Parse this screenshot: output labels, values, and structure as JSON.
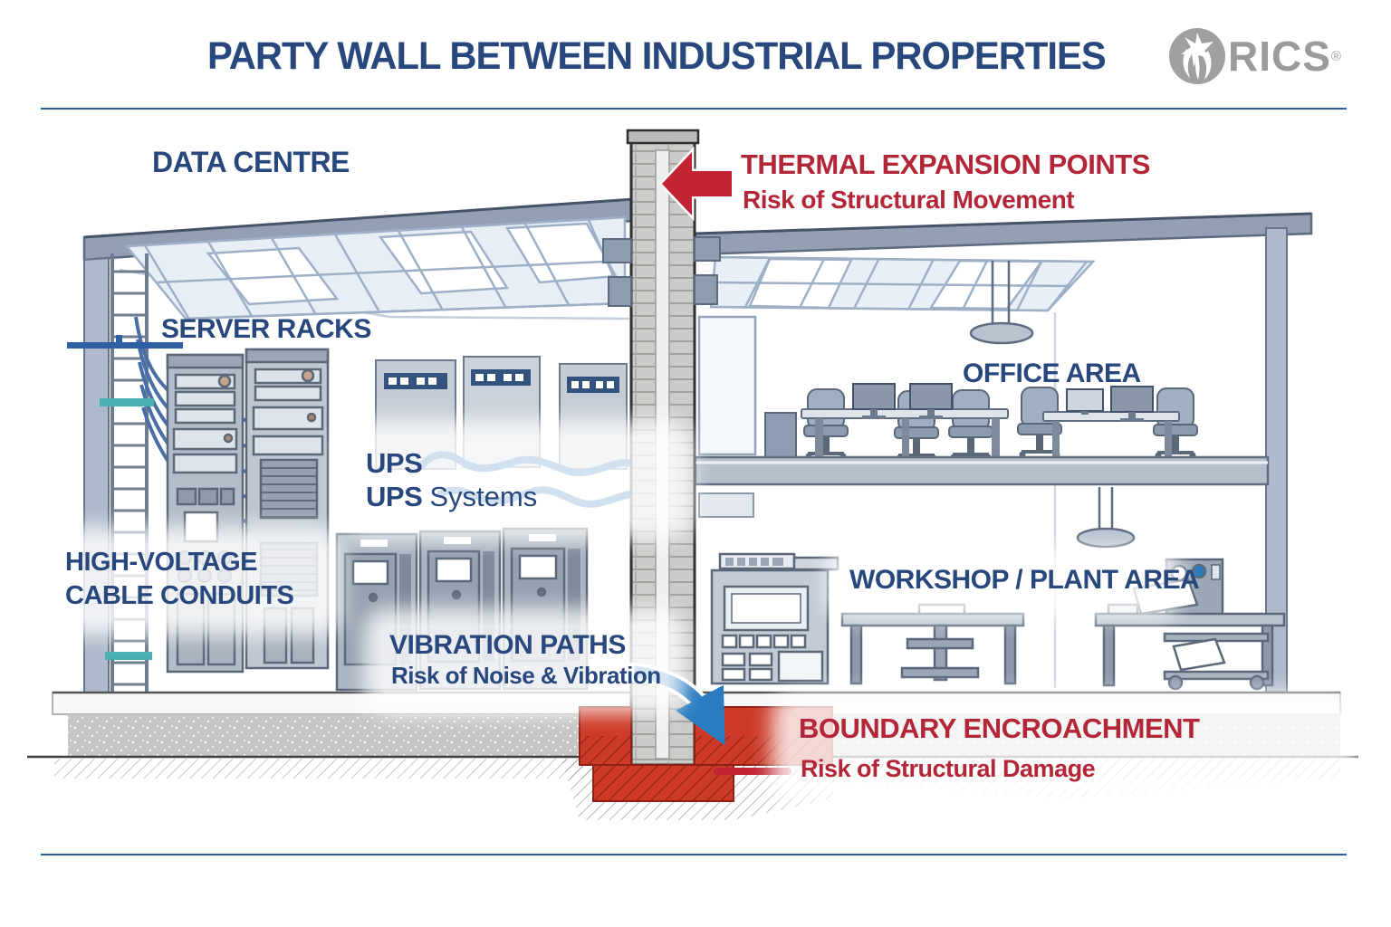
{
  "header": {
    "title": "PARTY WALL BETWEEN INDUSTRIAL PROPERTIES",
    "logo_text": "RICS",
    "logo_registered": "®"
  },
  "labels": {
    "data_centre": "DATA CENTRE",
    "server_racks": "SERVER RACKS",
    "ups_line1": "UPS",
    "ups_line2_bold": "UPS",
    "ups_line2_rest": "Systems",
    "high_voltage_line1": "HIGH-VOLTAGE",
    "high_voltage_line2": "CABLE CONDUITS",
    "vibration_title": "VIBRATION PATHS",
    "vibration_sub": "Risk of Noise & Vibration",
    "office_area": "OFFICE AREA",
    "workshop": "WORKSHOP / PLANT AREA",
    "thermal_title": "THERMAL EXPANSION POINTS",
    "thermal_sub": "Risk of Structural Movement",
    "boundary_title": "BOUNDARY ENCROACHMENT",
    "boundary_sub": "Risk of Structural Damage"
  },
  "colors": {
    "heading_blue": "#27477d",
    "rule_blue": "#2e5fa3",
    "risk_red": "#b32638",
    "arrow_red": "#c32433",
    "arrow_blue": "#2a7cc0",
    "foundation_red": "#cd3b28",
    "logo_gray": "#9b9b9b"
  }
}
